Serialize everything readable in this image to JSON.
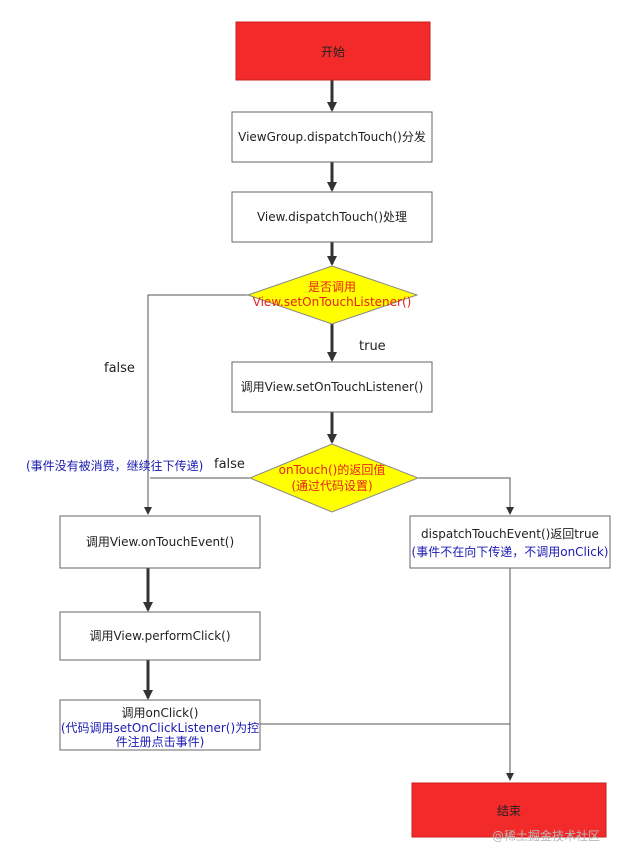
{
  "nodes": {
    "start": {
      "label": "开始"
    },
    "viewgroup_dispatch": {
      "label": "ViewGroup.dispatchTouch()分发"
    },
    "view_dispatch": {
      "label": "View.dispatchTouch()处理"
    },
    "decision_listener": {
      "line1": "是否调用",
      "line2": "View.setOnTouchListener()"
    },
    "call_listener": {
      "label": "调用View.setOnTouchListener()"
    },
    "decision_ontouch": {
      "line1": "onTouch()的返回值",
      "line2": "(通过代码设置)"
    },
    "on_touch_event": {
      "label": "调用View.onTouchEvent()"
    },
    "perform_click": {
      "label": "调用View.performClick()"
    },
    "on_click": {
      "line1": "调用onClick()",
      "line2": "(代码调用setOnClickListener()为控",
      "line3": "件注册点击事件)"
    },
    "dispatch_return_true": {
      "line1": "dispatchTouchEvent()返回true",
      "line2": "(事件不在向下传递，不调用onClick)"
    },
    "end": {
      "label": "结束"
    }
  },
  "edge_labels": {
    "false_left": "false",
    "true_down": "true",
    "false_second": "false",
    "not_consumed_note": "(事件没有被消费，继续往下传递)"
  },
  "watermark": "@稀土掘金技术社区",
  "colors": {
    "terminal_fill": "#f22a2a",
    "decision_fill": "#ffff00",
    "box_stroke": "#666666",
    "arrow": "#333333",
    "note_blue": "#1a1ab3",
    "decision_text_red": "#e8231a"
  }
}
